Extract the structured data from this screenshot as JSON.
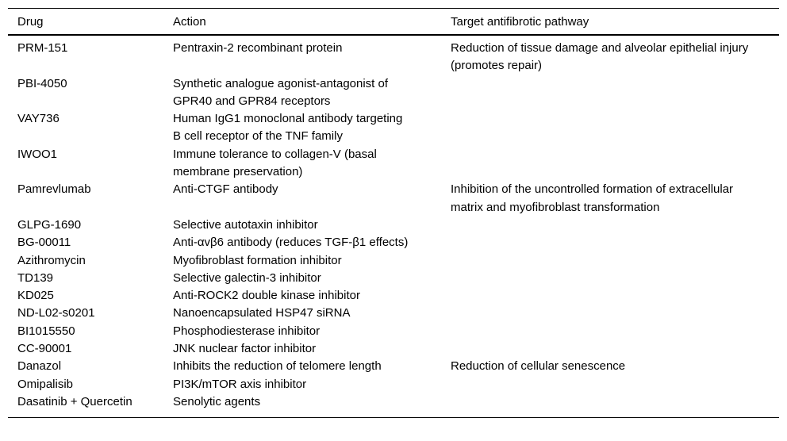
{
  "table": {
    "columns": [
      {
        "key": "drug",
        "label": "Drug"
      },
      {
        "key": "action",
        "label": "Action"
      },
      {
        "key": "target",
        "label": "Target antifibrotic pathway"
      }
    ],
    "rows": [
      {
        "drug": "PRM-151",
        "action": "Pentraxin-2 recombinant protein",
        "target": "Reduction of tissue damage and alveolar epithelial injury (promotes repair)"
      },
      {
        "drug": "PBI-4050",
        "action": "Synthetic analogue agonist-antagonist of GPR40 and GPR84 receptors",
        "target": ""
      },
      {
        "drug": "VAY736",
        "action": "Human IgG1 monoclonal antibody targeting B cell receptor of the TNF family",
        "target": ""
      },
      {
        "drug": "IWOO1",
        "action": "Immune tolerance to collagen-V (basal membrane preservation)",
        "target": ""
      },
      {
        "drug": "Pamrevlumab",
        "action": "Anti-CTGF antibody",
        "target": "Inhibition of the uncontrolled formation of extracellular matrix and myofibroblast transformation"
      },
      {
        "drug": "GLPG-1690",
        "action": "Selective autotaxin inhibitor",
        "target": ""
      },
      {
        "drug": "BG-00011",
        "action": "Anti-αvβ6 antibody (reduces TGF-β1 effects)",
        "target": ""
      },
      {
        "drug": "Azithromycin",
        "action": "Myofibroblast formation inhibitor",
        "target": ""
      },
      {
        "drug": "TD139",
        "action": "Selective galectin-3 inhibitor",
        "target": ""
      },
      {
        "drug": "KD025",
        "action": "Anti-ROCK2 double kinase inhibitor",
        "target": ""
      },
      {
        "drug": "ND-L02-s0201",
        "action": "Nanoencapsulated HSP47 siRNA",
        "target": ""
      },
      {
        "drug": "BI1015550",
        "action": "Phosphodiesterase inhibitor",
        "target": ""
      },
      {
        "drug": "CC-90001",
        "action": "JNK nuclear factor inhibitor",
        "target": ""
      },
      {
        "drug": "Danazol",
        "action": "Inhibits the reduction of telomere length",
        "target": "Reduction of cellular senescence"
      },
      {
        "drug": "Omipalisib",
        "action": "PI3K/mTOR axis inhibitor",
        "target": ""
      },
      {
        "drug": "Dasatinib + Quercetin",
        "action": "Senolytic agents",
        "target": ""
      }
    ]
  }
}
